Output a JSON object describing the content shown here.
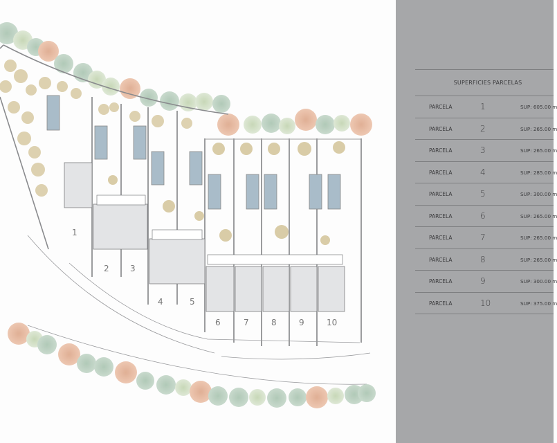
{
  "site_plan": {
    "plot_labels": [
      "1",
      "2",
      "3",
      "4",
      "5",
      "6",
      "7",
      "8",
      "9",
      "10"
    ],
    "colors": {
      "pool": "#a9bcc9",
      "house": "#e3e4e6",
      "wall": "#7b7c7f",
      "tree_green": "#b7cdbd",
      "tree_light": "#cfdcc1",
      "tree_orange": "#e9b79a",
      "shrub": "#d9cba2",
      "panel": "#a6a7a9"
    }
  },
  "table": {
    "title": "SUPERFICIES PARCELAS",
    "rows": [
      {
        "label": "PARCELA",
        "number": "1",
        "surface": "SUP: 605.00 m"
      },
      {
        "label": "PARCELA",
        "number": "2",
        "surface": "SUP: 265.00 m"
      },
      {
        "label": "PARCELA",
        "number": "3",
        "surface": "SUP: 265.00 m"
      },
      {
        "label": "PARCELA",
        "number": "4",
        "surface": "SUP: 285.00 m"
      },
      {
        "label": "PARCELA",
        "number": "5",
        "surface": "SUP: 300.00 m"
      },
      {
        "label": "PARCELA",
        "number": "6",
        "surface": "SUP: 265.00 m"
      },
      {
        "label": "PARCELA",
        "number": "7",
        "surface": "SUP: 265.00 m"
      },
      {
        "label": "PARCELA",
        "number": "8",
        "surface": "SUP: 265.00 m"
      },
      {
        "label": "PARCELA",
        "number": "9",
        "surface": "SUP: 300.00 m"
      },
      {
        "label": "PARCELA",
        "number": "10",
        "surface": "SUP: 375.00 m"
      }
    ]
  }
}
